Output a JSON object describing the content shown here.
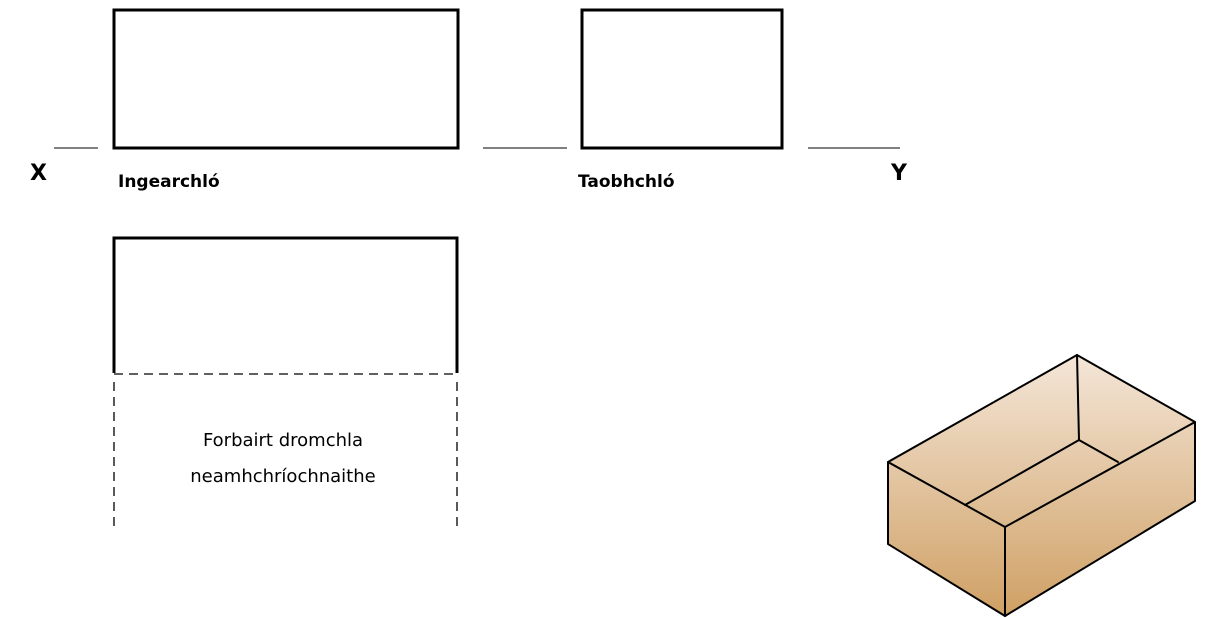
{
  "labels": {
    "x_axis": "X",
    "y_axis": "Y",
    "front_view": "Ingearchló",
    "side_view": "Taobhchló",
    "development_line1": "Forbairt dromchla",
    "development_line2": "neamhchríochnaithe"
  },
  "colors": {
    "line": "#000000",
    "box_top": "#f4e6d8",
    "box_bottom": "#cfa064"
  }
}
